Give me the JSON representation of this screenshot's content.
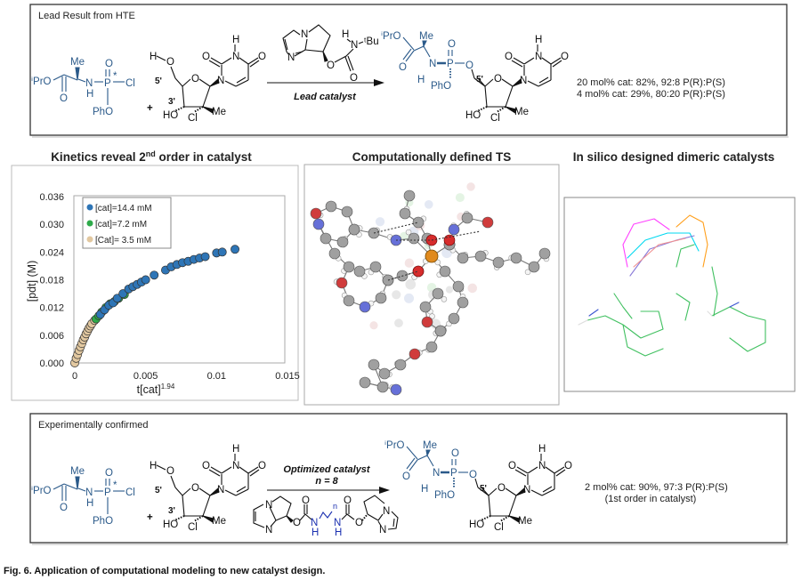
{
  "top_panel": {
    "label": "Lead Result from HTE",
    "plus": "+",
    "arrow_label": "Lead catalyst",
    "catalyst": {
      "n1": "N",
      "n2": "N",
      "o1": "O",
      "o2": "O",
      "n3": "N",
      "h": "H",
      "tbu": "ᵗBu"
    },
    "results": [
      "20 mol% cat: 82%, 92:8 P(R):P(S)",
      "4 mol% cat: 29%, 80:20 P(R):P(S)"
    ]
  },
  "reagent": {
    "ipro": "ⁱPrO",
    "me": "Me",
    "o_carbonyl": "O",
    "n": "N",
    "h": "H",
    "p": "P",
    "o_p": "O",
    "star": "*",
    "cl": "Cl",
    "pho": "PhO"
  },
  "nucleoside": {
    "h": "H",
    "o5": "O",
    "label_5": "5'",
    "label_3": "3'",
    "ho": "HO",
    "cl": "Cl",
    "me": "Me",
    "o_ring": "O",
    "n1": "N",
    "o2": "O",
    "n3": "N",
    "h3": "H",
    "o4": "O"
  },
  "product": {
    "ipro": "ⁱPrO",
    "me": "Me",
    "o_carbonyl": "O",
    "n": "N",
    "h": "H",
    "p": "P",
    "o_p": "O",
    "pho": "PhO",
    "o5": "O",
    "label_5": "5'"
  },
  "middle": {
    "ts_title": "Computationally defined TS",
    "dimer_title": "In silico designed dimeric catalysts"
  },
  "chart_data": {
    "type": "scatter",
    "title_parts": [
      "Kinetics reveal 2",
      "nd",
      " order in catalyst"
    ],
    "xlabel": "t[cat]",
    "xlabel_sup": "1.94",
    "ylabel": "[pdt]  (M)",
    "xlim": [
      0,
      0.015
    ],
    "ylim": [
      0,
      0.036
    ],
    "xticks": [
      {
        "v": 0,
        "label": "0"
      },
      {
        "v": 0.005,
        "label": "0.005"
      },
      {
        "v": 0.01,
        "label": "0.01"
      },
      {
        "v": 0.015,
        "label": "0.015"
      }
    ],
    "yticks": [
      {
        "v": 0,
        "label": "0.000"
      },
      {
        "v": 0.006,
        "label": "0.006"
      },
      {
        "v": 0.012,
        "label": "0.012"
      },
      {
        "v": 0.018,
        "label": "0.018"
      },
      {
        "v": 0.024,
        "label": "0.024"
      },
      {
        "v": 0.03,
        "label": "0.030"
      },
      {
        "v": 0.036,
        "label": "0.036"
      }
    ],
    "grid": false,
    "legend_position": "top-left",
    "series": [
      {
        "name": "[cat]=14.4 mM",
        "color": "#2e75b6",
        "x": [
          0.0018,
          0.0021,
          0.0024,
          0.0027,
          0.003,
          0.0034,
          0.0038,
          0.0041,
          0.0044,
          0.0047,
          0.005,
          0.0056,
          0.0064,
          0.0068,
          0.0072,
          0.0076,
          0.008,
          0.0084,
          0.0088,
          0.0092,
          0.01,
          0.0104,
          0.0113
        ],
        "y": [
          0.0105,
          0.0115,
          0.0125,
          0.013,
          0.014,
          0.015,
          0.016,
          0.0165,
          0.017,
          0.0175,
          0.018,
          0.019,
          0.0201,
          0.0208,
          0.0213,
          0.0217,
          0.022,
          0.0224,
          0.0227,
          0.023,
          0.0238,
          0.024,
          0.0246
        ]
      },
      {
        "name": "[cat]=7.2 mM",
        "color": "#2eaa4a",
        "x": [
          0.0015,
          0.0017,
          0.0019,
          0.0022,
          0.0025,
          0.0028,
          0.0031,
          0.0035
        ],
        "y": [
          0.0095,
          0.0102,
          0.011,
          0.012,
          0.0128,
          0.0133,
          0.014,
          0.0148
        ]
      },
      {
        "name": "[Cat]= 3.5 mM",
        "color": "#e2c8a0",
        "x": [
          0,
          0.0001,
          0.0002,
          0.0003,
          0.0004,
          0.0005,
          0.0006,
          0.0007,
          0.0008,
          0.0009,
          0.001,
          0.0011,
          0.0012,
          0.0014
        ],
        "y": [
          0,
          0.001,
          0.0018,
          0.0027,
          0.0035,
          0.0042,
          0.005,
          0.0056,
          0.0063,
          0.0069,
          0.0075,
          0.008,
          0.0085,
          0.0092
        ]
      }
    ]
  },
  "bottom_panel": {
    "label": "Experimentally confirmed",
    "plus": "+",
    "arrow_label": "Optimized catalyst",
    "arrow_sublabel": "n = 8",
    "catalyst": {
      "n": "N",
      "o": "O",
      "nh": "N",
      "h": "H",
      "n_sub": "n"
    },
    "results": [
      "2 mol% cat: 90%, 97:3 P(R):P(S)",
      "(1st order in catalyst)"
    ]
  },
  "caption": "Fig. 6. Application of computational modeling to new catalyst design.",
  "colors": {
    "phosphoramidate": "#2b5a8a",
    "linker": "#1a2fb0"
  }
}
